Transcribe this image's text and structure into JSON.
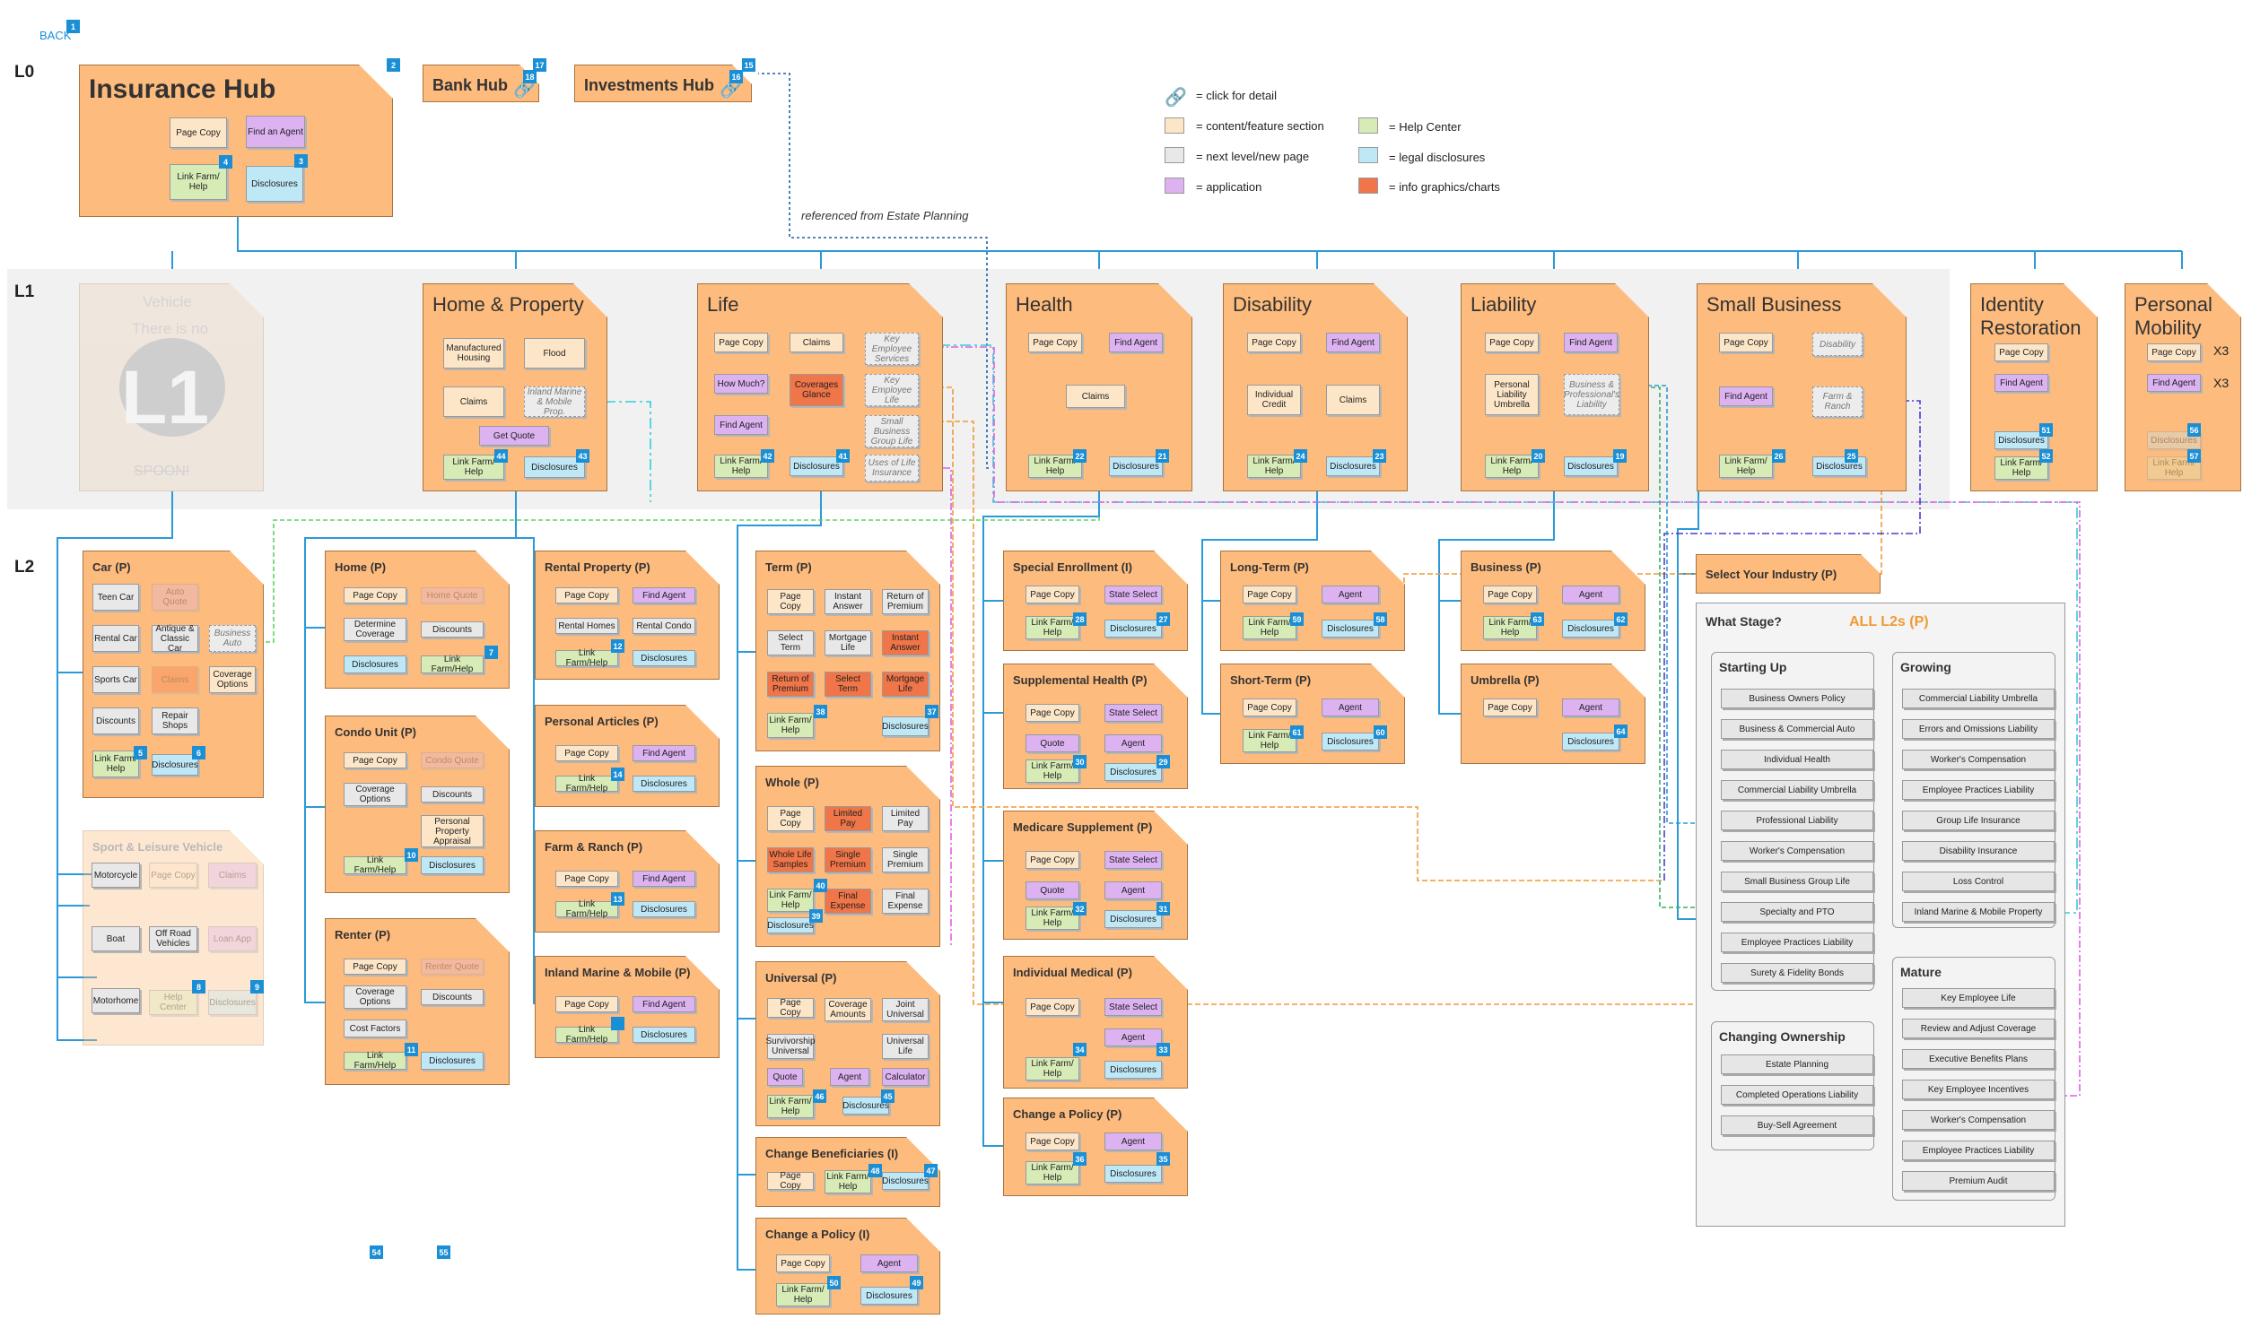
{
  "back": "BACK",
  "badges": {
    "b1": "1",
    "b2": "2",
    "b3": "3",
    "b4": "4",
    "b5": "5",
    "b6": "6",
    "b7": "7",
    "b8": "8",
    "b9": "9",
    "b10": "10",
    "b11": "11",
    "b12": "12",
    "b13": "13",
    "b14": "14",
    "b15": "15",
    "b16": "16",
    "b17": "17",
    "b18": "18",
    "b19": "19",
    "b20": "20",
    "b21": "21",
    "b22": "22",
    "b23": "23",
    "b24": "24",
    "b25": "25",
    "b26": "26",
    "b27": "27",
    "b28": "28",
    "b29": "29",
    "b30": "30",
    "b31": "31",
    "b32": "32",
    "b33": "33",
    "b34": "34",
    "b35": "35",
    "b36": "36",
    "b37": "37",
    "b38": "38",
    "b39": "39",
    "b40": "40",
    "b41": "41",
    "b42": "42",
    "b43": "43",
    "b44": "44",
    "b45": "45",
    "b46": "46",
    "b47": "47",
    "b48": "48",
    "b49": "49",
    "b50": "50",
    "b51": "51",
    "b52": "52",
    "b54": "54",
    "b55": "55",
    "b56": "56",
    "b57": "57",
    "b58": "58",
    "b59": "59",
    "b60": "60",
    "b61": "61",
    "b62": "62",
    "b63": "63",
    "b64": "64"
  },
  "levels": {
    "l0": "L0",
    "l1": "L1",
    "l2": "L2"
  },
  "legend": {
    "click": "= click for detail",
    "content": "= content/feature section",
    "next": "= next level/new page",
    "application": "= application",
    "help": "= Help Center",
    "legal": "= legal disclosures",
    "info": "= info graphics/charts",
    "colors": {
      "content": "#fde6c8",
      "next": "#e8e8e8",
      "application": "#dcb2f1",
      "help": "#d7ebb6",
      "legal": "#bfe8f7",
      "info": "#f07548"
    }
  },
  "annotation": "referenced from Estate Planning",
  "l0": {
    "hub": {
      "title": "Insurance Hub",
      "page_copy": "Page Copy",
      "find_agent": "Find an Agent",
      "link_farm": "Link Farm/ Help",
      "disclosures": "Disclosures"
    },
    "bank": "Bank Hub",
    "investments": "Investments Hub"
  },
  "l1": {
    "vehicle": {
      "title": "Vehicle",
      "note": "There is no",
      "big": "L1",
      "sponsor": "SPOON!"
    },
    "home": {
      "title": "Home & Property",
      "manufactured": "Manufactured Housing",
      "flood": "Flood",
      "claims": "Claims",
      "inland": "Inland Marine & Mobile Prop.",
      "quote": "Get Quote",
      "link": "Link Farm/ Help",
      "disc": "Disclosures"
    },
    "life": {
      "title": "Life",
      "page_copy": "Page Copy",
      "claims": "Claims",
      "key_emp": "Key Employee Services",
      "how_much": "How Much?",
      "coverage": "Coverages Glance",
      "key_life": "Key Employee Life",
      "find_agent": "Find Agent",
      "small_biz": "Small Business Group Life",
      "link": "Link Farm/ Help",
      "disc": "Disclosures",
      "uses": "Uses of Life Insurance"
    },
    "health": {
      "title": "Health",
      "page_copy": "Page Copy",
      "find_agent": "Find Agent",
      "claims": "Claims",
      "link": "Link Farm/ Help",
      "disc": "Disclosures"
    },
    "disability": {
      "title": "Disability",
      "page_copy": "Page Copy",
      "find_agent": "Find Agent",
      "credit": "Individual Credit",
      "claims": "Claims",
      "link": "Link Farm/ Help",
      "disc": "Disclosures"
    },
    "liability": {
      "title": "Liability",
      "page_copy": "Page Copy",
      "find_agent": "Find Agent",
      "umbrella": "Personal Liability Umbrella",
      "biz_prof": "Business & Professional's Liability",
      "link": "Link Farm/ Help",
      "disc": "Disclosures"
    },
    "small_business": {
      "title": "Small Business",
      "page_copy": "Page Copy",
      "disability": "Disability",
      "find_agent": "Find Agent",
      "farm": "Farm & Ranch",
      "link": "Link Farm/ Help",
      "disc": "Disclosures"
    },
    "identity": {
      "title": "Identity Restoration",
      "page_copy": "Page Copy",
      "find_agent": "Find Agent",
      "disc": "Disclosures",
      "link": "Link Farm/ Help"
    },
    "mobility": {
      "title": "Personal Mobility",
      "page_copy": "Page Copy",
      "find_agent": "Find Agent",
      "x3a": "X3",
      "x3b": "X3",
      "disc": "Disclosures",
      "link": "Link Farm/ Help"
    }
  },
  "l2": {
    "car": {
      "title": "Car (P)",
      "teen": "Teen Car",
      "auto_quote": "Auto Quote",
      "rental": "Rental Car",
      "antique": "Antique & Classic Car",
      "biz_auto": "Business Auto",
      "sports": "Sports Car",
      "claims": "Claims",
      "coverage": "Coverage Options",
      "discounts": "Discounts",
      "repair": "Repair Shops",
      "link": "Link Farm/ Help",
      "disc": "Disclosures"
    },
    "sport": {
      "title": "Sport & Leisure Vehicle",
      "motorcycle": "Motorcycle",
      "page_copy": "Page Copy",
      "claims": "Claims",
      "boat": "Boat",
      "offroad": "Off Road Vehicles",
      "loan": "Loan App",
      "motorhome": "Motorhome",
      "help": "Help Center",
      "disc": "Disclosures"
    },
    "home": {
      "title": "Home (P)",
      "page_copy": "Page Copy",
      "home_quote": "Home Quote",
      "determine": "Determine Coverage",
      "discounts": "Discounts",
      "disc": "Disclosures",
      "link": "Link Farm/Help"
    },
    "condo": {
      "title": "Condo Unit (P)",
      "page_copy": "Page Copy",
      "condo_quote": "Condo Quote",
      "coverage": "Coverage Options",
      "discounts": "Discounts",
      "ppa": "Personal Property Appraisal",
      "link": "Link Farm/Help",
      "disc": "Disclosures"
    },
    "renter": {
      "title": "Renter (P)",
      "page_copy": "Page Copy",
      "renter_quote": "Renter Quote",
      "coverage": "Coverage Options",
      "discounts": "Discounts",
      "cost": "Cost Factors",
      "link": "Link Farm/Help",
      "disc": "Disclosures"
    },
    "rental": {
      "title": "Rental Property (P)",
      "page_copy": "Page Copy",
      "find_agent": "Find Agent",
      "homes": "Rental Homes",
      "condo": "Rental Condo",
      "link": "Link Farm/Help",
      "disc": "Disclosures"
    },
    "articles": {
      "title": "Personal Articles (P)",
      "page_copy": "Page Copy",
      "find_agent": "Find Agent",
      "link": "Link Farm/Help",
      "disc": "Disclosures"
    },
    "farm": {
      "title": "Farm & Ranch (P)",
      "page_copy": "Page Copy",
      "find_agent": "Find Agent",
      "link": "Link Farm/Help",
      "disc": "Disclosures"
    },
    "inland": {
      "title": "Inland Marine & Mobile (P)",
      "page_copy": "Page Copy",
      "find_agent": "Find Agent",
      "link": "Link Farm/Help",
      "disc": "Disclosures"
    },
    "term": {
      "title": "Term (P)",
      "page_copy": "Page Copy",
      "instant": "Instant Answer",
      "return": "Return of Premium",
      "select": "Select Term",
      "mortgage": "Mortgage Life",
      "instant2": "Instant Answer",
      "return2": "Return of Premium",
      "select2": "Select Term",
      "mortgage2": "Mortgage Life",
      "link": "Link Farm/ Help",
      "disc": "Disclosures"
    },
    "whole": {
      "title": "Whole (P)",
      "page_copy": "Page Copy",
      "limited": "Limited Pay",
      "limited2": "Limited Pay",
      "samples": "Whole Life Samples",
      "single": "Single Premium",
      "single2": "Single Premium",
      "link": "Link Farm/ Help",
      "final": "Final Expense",
      "final2": "Final Expense",
      "disc": "Disclosures"
    },
    "universal": {
      "title": "Universal (P)",
      "page_copy": "Page Copy",
      "coverage": "Coverage Amounts",
      "joint": "Joint Universal",
      "survivorship": "Survivorship Universal",
      "ul": "Universal Life",
      "quote": "Quote",
      "agent": "Agent",
      "calc": "Calculator",
      "link": "Link Farm/ Help",
      "disc": "Disclosures"
    },
    "beneficiaries": {
      "title": "Change Beneficiaries (I)",
      "page_copy": "Page Copy",
      "link": "Link Farm/ Help",
      "disc": "Disclosures"
    },
    "policy_life": {
      "title": "Change a Policy (I)",
      "page_copy": "Page Copy",
      "agent": "Agent",
      "link": "Link Farm/ Help",
      "disc": "Disclosures"
    },
    "special": {
      "title": "Special Enrollment (I)",
      "page_copy": "Page Copy",
      "state": "State Select",
      "link": "Link Farm/ Help",
      "disc": "Disclosures"
    },
    "supplemental": {
      "title": "Supplemental Health (P)",
      "page_copy": "Page Copy",
      "state": "State Select",
      "quote": "Quote",
      "agent": "Agent",
      "link": "Link Farm/ Help",
      "disc": "Disclosures"
    },
    "medicare": {
      "title": "Medicare Supplement (P)",
      "page_copy": "Page Copy",
      "state": "State Select",
      "quote": "Quote",
      "agent": "Agent",
      "link": "Link Farm/ Help",
      "disc": "Disclosures"
    },
    "individual": {
      "title": "Individual Medical (P)",
      "page_copy": "Page Copy",
      "state": "State Select",
      "agent": "Agent",
      "link": "Link Farm/ Help",
      "disc": "Disclosures"
    },
    "policy_health": {
      "title": "Change a Policy (P)",
      "page_copy": "Page Copy",
      "agent": "Agent",
      "link": "Link Farm/ Help",
      "disc": "Disclosures"
    },
    "longterm": {
      "title": "Long-Term (P)",
      "page_copy": "Page Copy",
      "agent": "Agent",
      "link": "Link Farm/ Help",
      "disc": "Disclosures"
    },
    "shortterm": {
      "title": "Short-Term (P)",
      "page_copy": "Page Copy",
      "agent": "Agent",
      "link": "Link Farm/ Help",
      "disc": "Disclosures"
    },
    "business": {
      "title": "Business (P)",
      "page_copy": "Page Copy",
      "agent": "Agent",
      "link": "Link Farm/ Help",
      "disc": "Disclosures"
    },
    "umbrella": {
      "title": "Umbrella (P)",
      "page_copy": "Page Copy",
      "agent": "Agent",
      "disc": "Disclosures"
    },
    "industry": {
      "title": "Select Your Industry (P)"
    },
    "stage": {
      "title": "What Stage?",
      "all": "ALL L2s (P)",
      "starting_up": {
        "title": "Starting Up",
        "items": [
          "Business Owners Policy",
          "Business & Commercial Auto",
          "Individual Health",
          "Commercial Liability Umbrella",
          "Professional Liability",
          "Worker's Compensation",
          "Small Business Group Life",
          "Specialty and PTO",
          "Employee Practices Liability",
          "Surety & Fidelity Bonds"
        ]
      },
      "growing": {
        "title": "Growing",
        "items": [
          "Commercial Liability Umbrella",
          "Errors and Omissions Liability",
          "Worker's Compensation",
          "Employee Practices Liability",
          "Group Life Insurance",
          "Disability Insurance",
          "Loss Control",
          "Inland Marine & Mobile Property"
        ]
      },
      "changing": {
        "title": "Changing Ownership",
        "items": [
          "Estate Planning",
          "Completed Operations Liability",
          "Buy-Sell Agreement"
        ]
      },
      "mature": {
        "title": "Mature",
        "items": [
          "Key Employee Life",
          "Review and Adjust Coverage",
          "Executive Benefits Plans",
          "Key Employee Incentives",
          "Worker's Compensation",
          "Employee Practices Liability",
          "Premium Audit"
        ]
      }
    }
  }
}
